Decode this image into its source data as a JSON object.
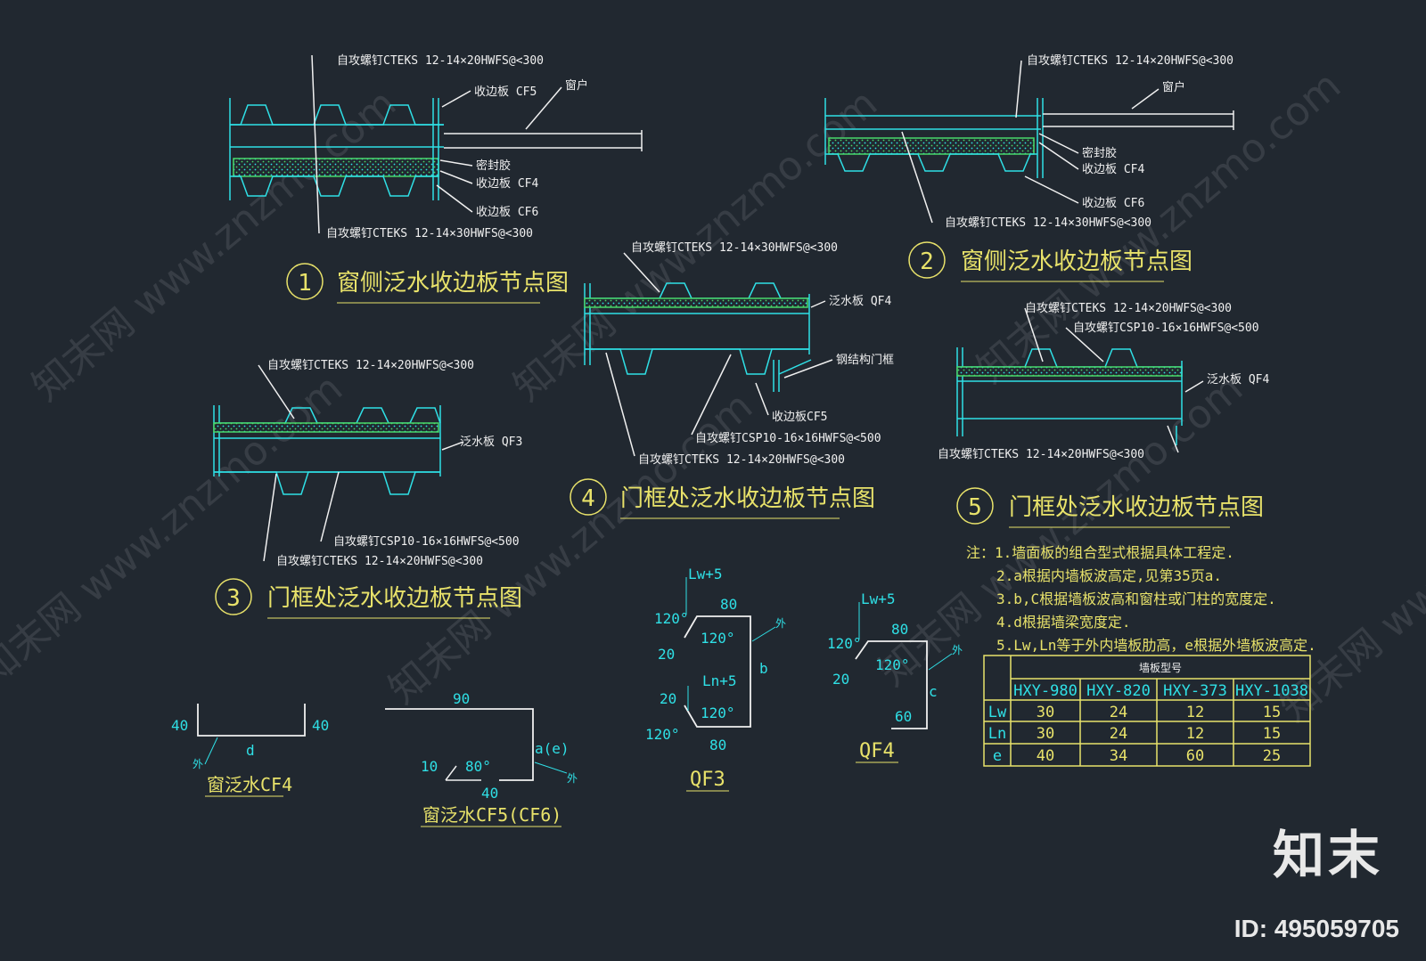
{
  "titles": {
    "d1": {
      "num": "1",
      "text": "窗侧泛水收边板节点图"
    },
    "d2": {
      "num": "2",
      "text": "窗侧泛水收边板节点图"
    },
    "d3": {
      "num": "3",
      "text": "门框处泛水收边板节点图"
    },
    "d4": {
      "num": "4",
      "text": "门框处泛水收边板节点图"
    },
    "d5": {
      "num": "5",
      "text": "门框处泛水收边板节点图"
    }
  },
  "callouts": {
    "d1_top": "自攻螺钉CTEKS 12-14×20HWFS@<300",
    "d1_cf5": "收边板 CF5",
    "d1_window": "窗户",
    "d1_glue": "密封胶",
    "d1_cf4": "收边板 CF4",
    "d1_cf6": "收边板 CF6",
    "d1_bottom": "自攻螺钉CTEKS 12-14×30HWFS@<300",
    "d2_top": "自攻螺钉CTEKS 12-14×20HWFS@<300",
    "d2_window": "窗户",
    "d2_glue": "密封胶",
    "d2_cf4": "收边板 CF4",
    "d2_cf6": "收边板 CF6",
    "d2_bottom": "自攻螺钉CTEKS 12-14×30HWFS@<300",
    "d3_top": "自攻螺钉CTEKS 12-14×20HWFS@<300",
    "d3_qf3": "泛水板 QF3",
    "d3_csp": "自攻螺钉CSP10-16×16HWFS@<500",
    "d3_bottom": "自攻螺钉CTEKS 12-14×20HWFS@<300",
    "d4_top": "自攻螺钉CTEKS 12-14×30HWFS@<300",
    "d4_qf4": "泛水板 QF4",
    "d4_frame": "钢结构门框",
    "d4_cf5": "收边板CF5",
    "d4_csp": "自攻螺钉CSP10-16×16HWFS@<500",
    "d4_bottom": "自攻螺钉CTEKS 12-14×20HWFS@<300",
    "d5_top": "自攻螺钉CTEKS 12-14×20HWFS@<300",
    "d5_csp": "自攻螺钉CSP10-16×16HWFS@<500",
    "d5_qf4": "泛水板 QF4",
    "d5_bottom": "自攻螺钉CTEKS 12-14×20HWFS@<300"
  },
  "notes": [
    "注：1.墙面板的组合型式根据具体工程定.",
    "2.a根据内墙板波高定,见第35页a.",
    "3.b,C根据墙板波高和窗柱或门柱的宽度定.",
    "4.d根据墙梁宽度定.",
    "5.Lw,Ln等于外内墙板肋高，e根据外墙板波高定."
  ],
  "table": {
    "header_title": "墙板型号",
    "columns": [
      "HXY-980",
      "HXY-820",
      "HXY-373",
      "HXY-1038"
    ],
    "rows": [
      {
        "label": "Lw",
        "values": [
          "30",
          "24",
          "12",
          "15"
        ]
      },
      {
        "label": "Ln",
        "values": [
          "30",
          "24",
          "12",
          "15"
        ]
      },
      {
        "label": "e",
        "values": [
          "40",
          "34",
          "60",
          "25"
        ]
      }
    ]
  },
  "profiles": {
    "cf4": {
      "title": "窗泛水CF4",
      "dim_left": "40",
      "dim_right": "40",
      "dim_d": "d",
      "side": "外"
    },
    "cf5": {
      "title": "窗泛水CF5(CF6)",
      "dim_top": "90",
      "dim_right": "a(e)",
      "dim_bottom": "40",
      "dim_10": "10",
      "angle": "80°",
      "side": "外"
    },
    "qf3": {
      "title": "QF3",
      "lw": "Lw+5",
      "ln": "Ln+5",
      "a1": "120°",
      "a2": "120°",
      "a3": "120°",
      "a4": "120°",
      "d20a": "20",
      "d20b": "20",
      "d80a": "80",
      "d80b": "80",
      "b": "b",
      "side": "外"
    },
    "qf4": {
      "title": "QF4",
      "lw": "Lw+5",
      "a1": "120°",
      "a2": "120°",
      "d20": "20",
      "d80": "80",
      "d60": "60",
      "c": "c",
      "side": "外"
    }
  },
  "watermark": "知末网 www.znzmo.com",
  "brand": "知末",
  "id_label": "ID: 495059705",
  "colors": {
    "background": "#212830",
    "cyan": "#2fe0e6",
    "yellow": "#e8e26a",
    "green": "#49d86a",
    "white": "#f0f0f0"
  }
}
